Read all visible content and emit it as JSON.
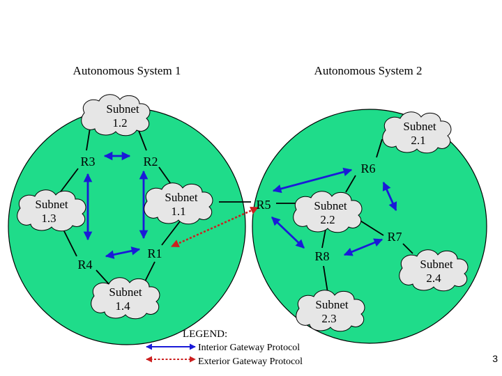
{
  "colors": {
    "as_fill": "#1fdc8a",
    "cloud_fill": "#e6e6e6",
    "interior": "#1a1ad8",
    "exterior": "#cc2020",
    "line": "#000000"
  },
  "autonomous_systems": [
    {
      "id": "as1",
      "label": "Autonomous System 1"
    },
    {
      "id": "as2",
      "label": "Autonomous System 2"
    }
  ],
  "subnets": [
    {
      "id": "s12",
      "line1": "Subnet",
      "line2": "1.2"
    },
    {
      "id": "s11",
      "line1": "Subnet",
      "line2": "1.1"
    },
    {
      "id": "s13",
      "line1": "Subnet",
      "line2": "1.3"
    },
    {
      "id": "s14",
      "line1": "Subnet",
      "line2": "1.4"
    },
    {
      "id": "s21",
      "line1": "Subnet",
      "line2": "2.1"
    },
    {
      "id": "s22",
      "line1": "Subnet",
      "line2": "2.2"
    },
    {
      "id": "s23",
      "line1": "Subnet",
      "line2": "2.3"
    },
    {
      "id": "s24",
      "line1": "Subnet",
      "line2": "2.4"
    }
  ],
  "routers": [
    {
      "id": "r1",
      "label": "R1"
    },
    {
      "id": "r2",
      "label": "R2"
    },
    {
      "id": "r3",
      "label": "R3"
    },
    {
      "id": "r4",
      "label": "R4"
    },
    {
      "id": "r5",
      "label": "R5"
    },
    {
      "id": "r6",
      "label": "R6"
    },
    {
      "id": "r7",
      "label": "R7"
    },
    {
      "id": "r8",
      "label": "R8"
    }
  ],
  "legend": {
    "title": "LEGEND:",
    "interior": "Interior Gateway Protocol",
    "exterior": "Exterior Gateway Protocol"
  },
  "page_number": "3"
}
